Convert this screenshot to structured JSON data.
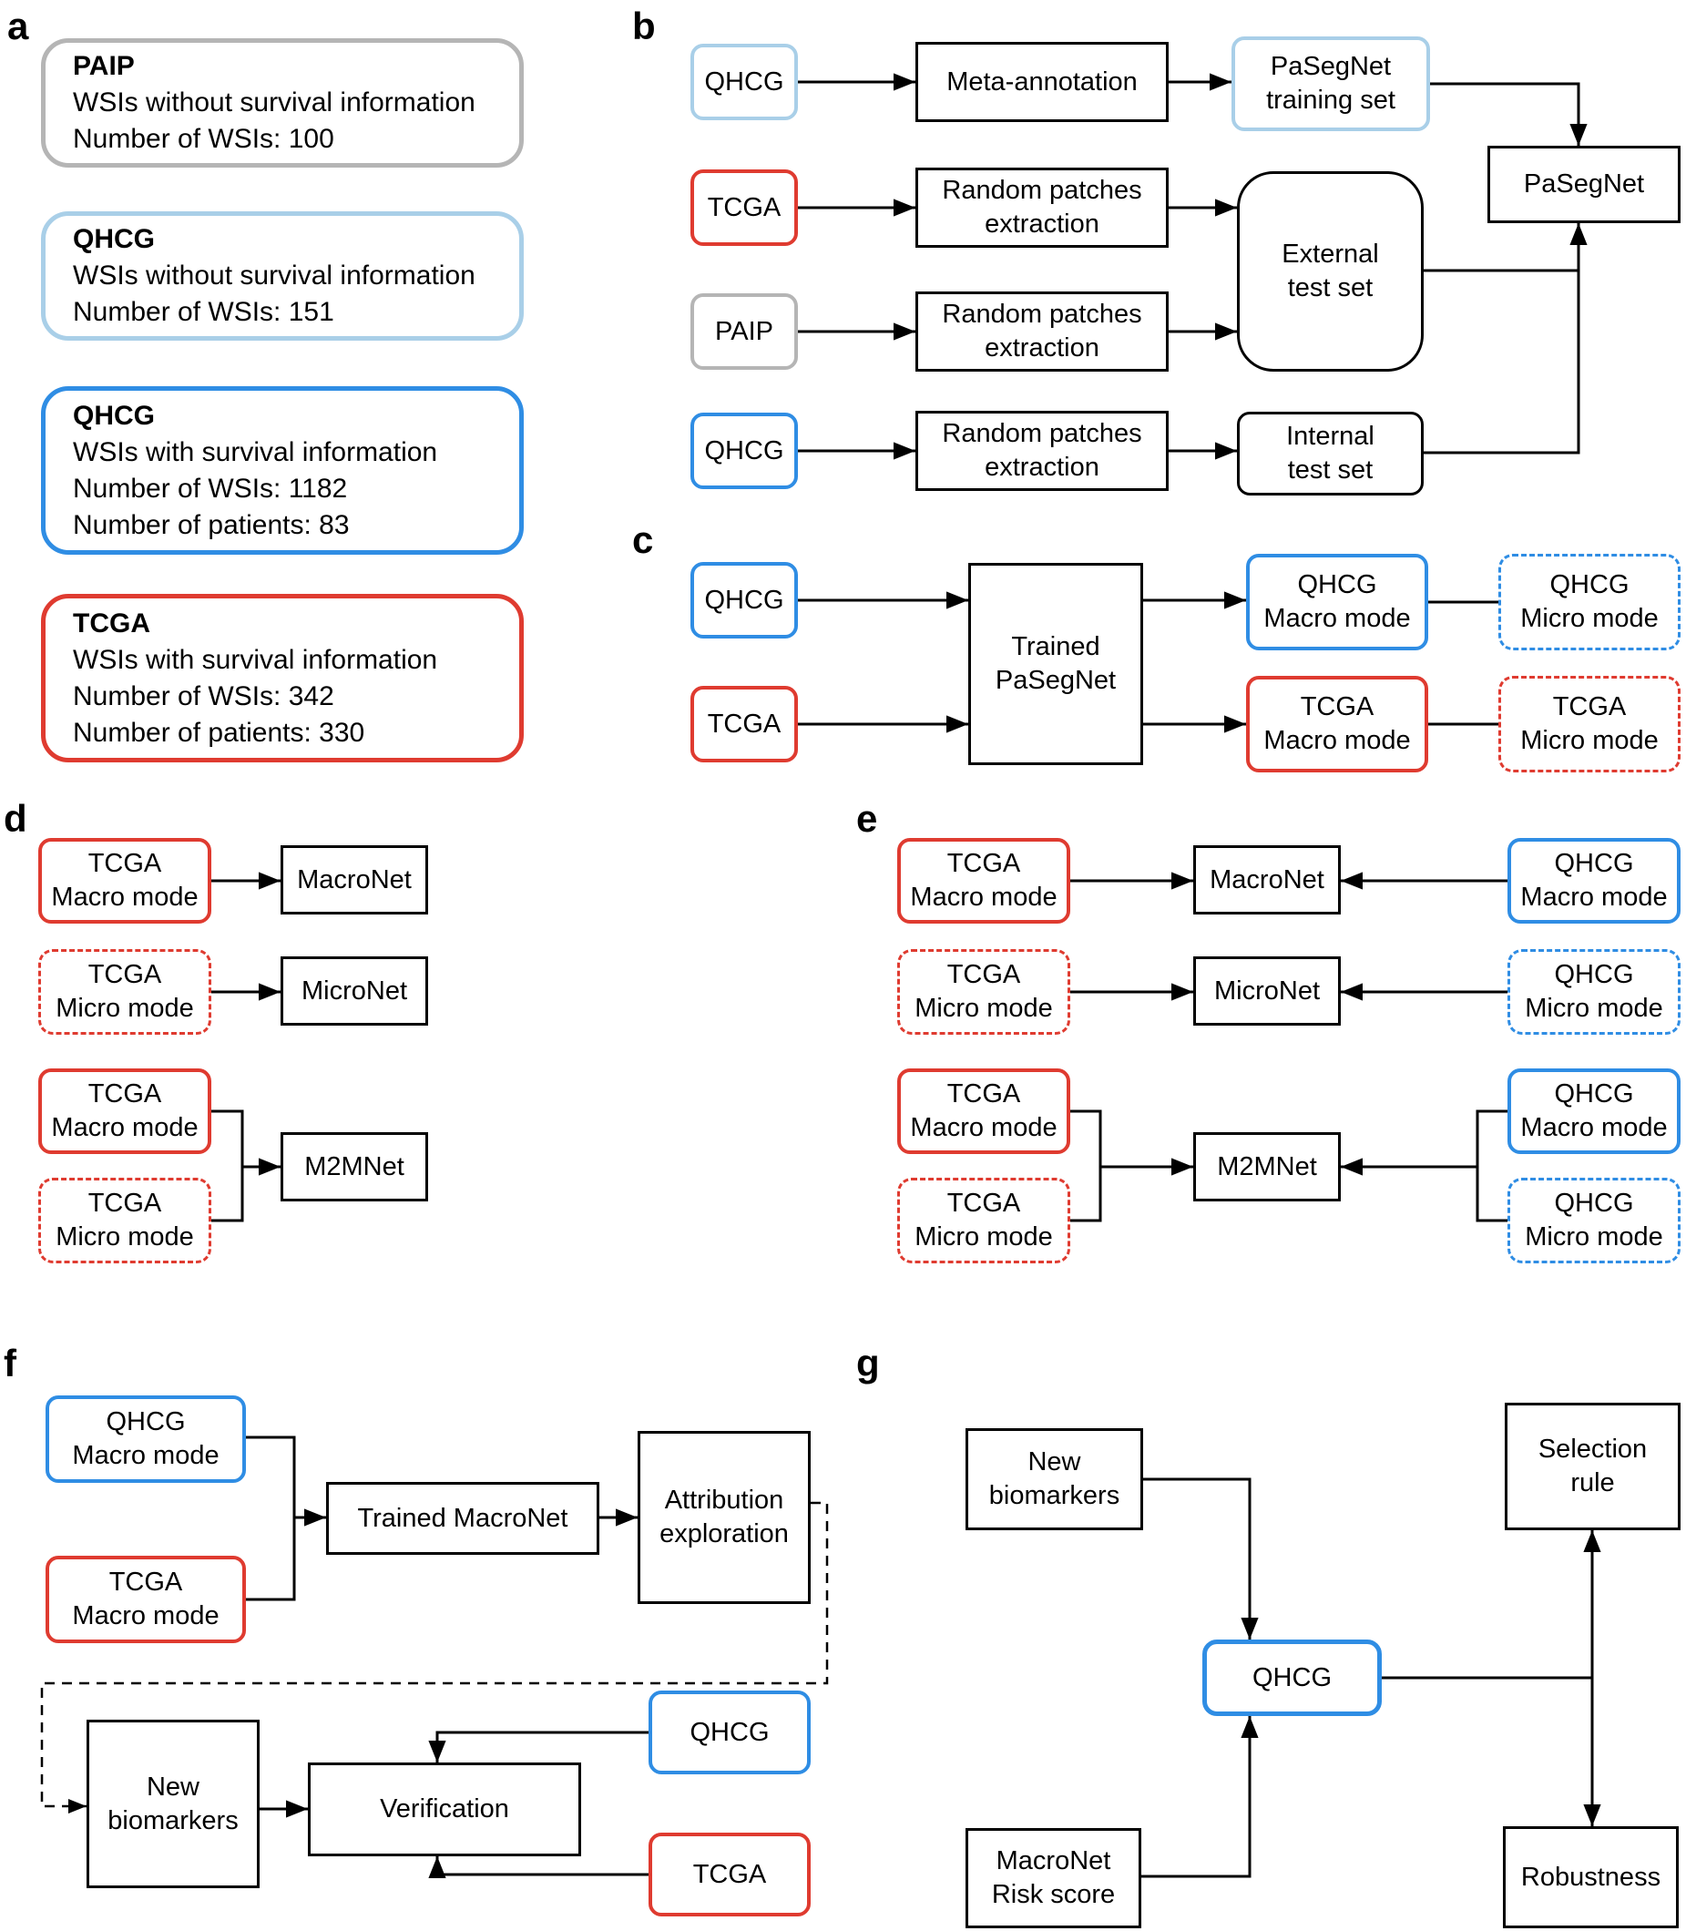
{
  "colors": {
    "gray": "#b5b5b5",
    "light_blue": "#a9cfe8",
    "blue": "#2f8de4",
    "red": "#df3b30",
    "black": "#000000"
  },
  "panels": {
    "a": {
      "letter": "a",
      "cards": [
        {
          "title": "PAIP",
          "lines": [
            "WSIs without survival information",
            "Number of WSIs: 100"
          ]
        },
        {
          "title": "QHCG",
          "lines": [
            "WSIs without survival information",
            "Number of WSIs: 151"
          ]
        },
        {
          "title": "QHCG",
          "lines": [
            "WSIs with survival information",
            "Number of WSIs: 1182",
            "Number of patients: 83"
          ]
        },
        {
          "title": "TCGA",
          "lines": [
            "WSIs with survival information",
            "Number of WSIs: 342",
            "Number of patients: 330"
          ]
        }
      ]
    },
    "b": {
      "letter": "b",
      "qhcg_train": "QHCG",
      "meta_annotation": "Meta-annotation",
      "pasegnet_training_set": [
        "PaSegNet",
        "training set"
      ],
      "pasegnet": "PaSegNet",
      "tcga": "TCGA",
      "paip": "PAIP",
      "qhcg_internal": "QHCG",
      "random_patches": [
        "Random patches",
        "extraction"
      ],
      "external_test_set": [
        "External",
        "test set"
      ],
      "internal_test_set": [
        "Internal",
        "test set"
      ]
    },
    "c": {
      "letter": "c",
      "qhcg": "QHCG",
      "tcga": "TCGA",
      "trained_pasegnet": [
        "Trained",
        "PaSegNet"
      ],
      "qhcg_macro": [
        "QHCG",
        "Macro mode"
      ],
      "qhcg_micro": [
        "QHCG",
        "Micro mode"
      ],
      "tcga_macro": [
        "TCGA",
        "Macro mode"
      ],
      "tcga_micro": [
        "TCGA",
        "Micro mode"
      ]
    },
    "d": {
      "letter": "d",
      "tcga_macro": [
        "TCGA",
        "Macro mode"
      ],
      "tcga_micro": [
        "TCGA",
        "Micro mode"
      ],
      "macronet": "MacroNet",
      "micronet": "MicroNet",
      "m2mnet": "M2MNet"
    },
    "e": {
      "letter": "e",
      "tcga_macro": [
        "TCGA",
        "Macro mode"
      ],
      "tcga_micro": [
        "TCGA",
        "Micro mode"
      ],
      "qhcg_macro": [
        "QHCG",
        "Macro mode"
      ],
      "qhcg_micro": [
        "QHCG",
        "Micro mode"
      ],
      "macronet": "MacroNet",
      "micronet": "MicroNet",
      "m2mnet": "M2MNet"
    },
    "f": {
      "letter": "f",
      "qhcg_macro": [
        "QHCG",
        "Macro mode"
      ],
      "tcga_macro": [
        "TCGA",
        "Macro mode"
      ],
      "trained_macronet": "Trained MacroNet",
      "attribution": [
        "Attribution",
        "exploration"
      ],
      "new_biomarkers": [
        "New",
        "biomarkers"
      ],
      "verification": "Verification",
      "qhcg": "QHCG",
      "tcga": "TCGA"
    },
    "g": {
      "letter": "g",
      "new_biomarkers": [
        "New",
        "biomarkers"
      ],
      "selection_rule": [
        "Selection",
        "rule"
      ],
      "qhcg": "QHCG",
      "macronet_risk_score": [
        "MacroNet",
        "Risk score"
      ],
      "robustness": "Robustness"
    }
  }
}
